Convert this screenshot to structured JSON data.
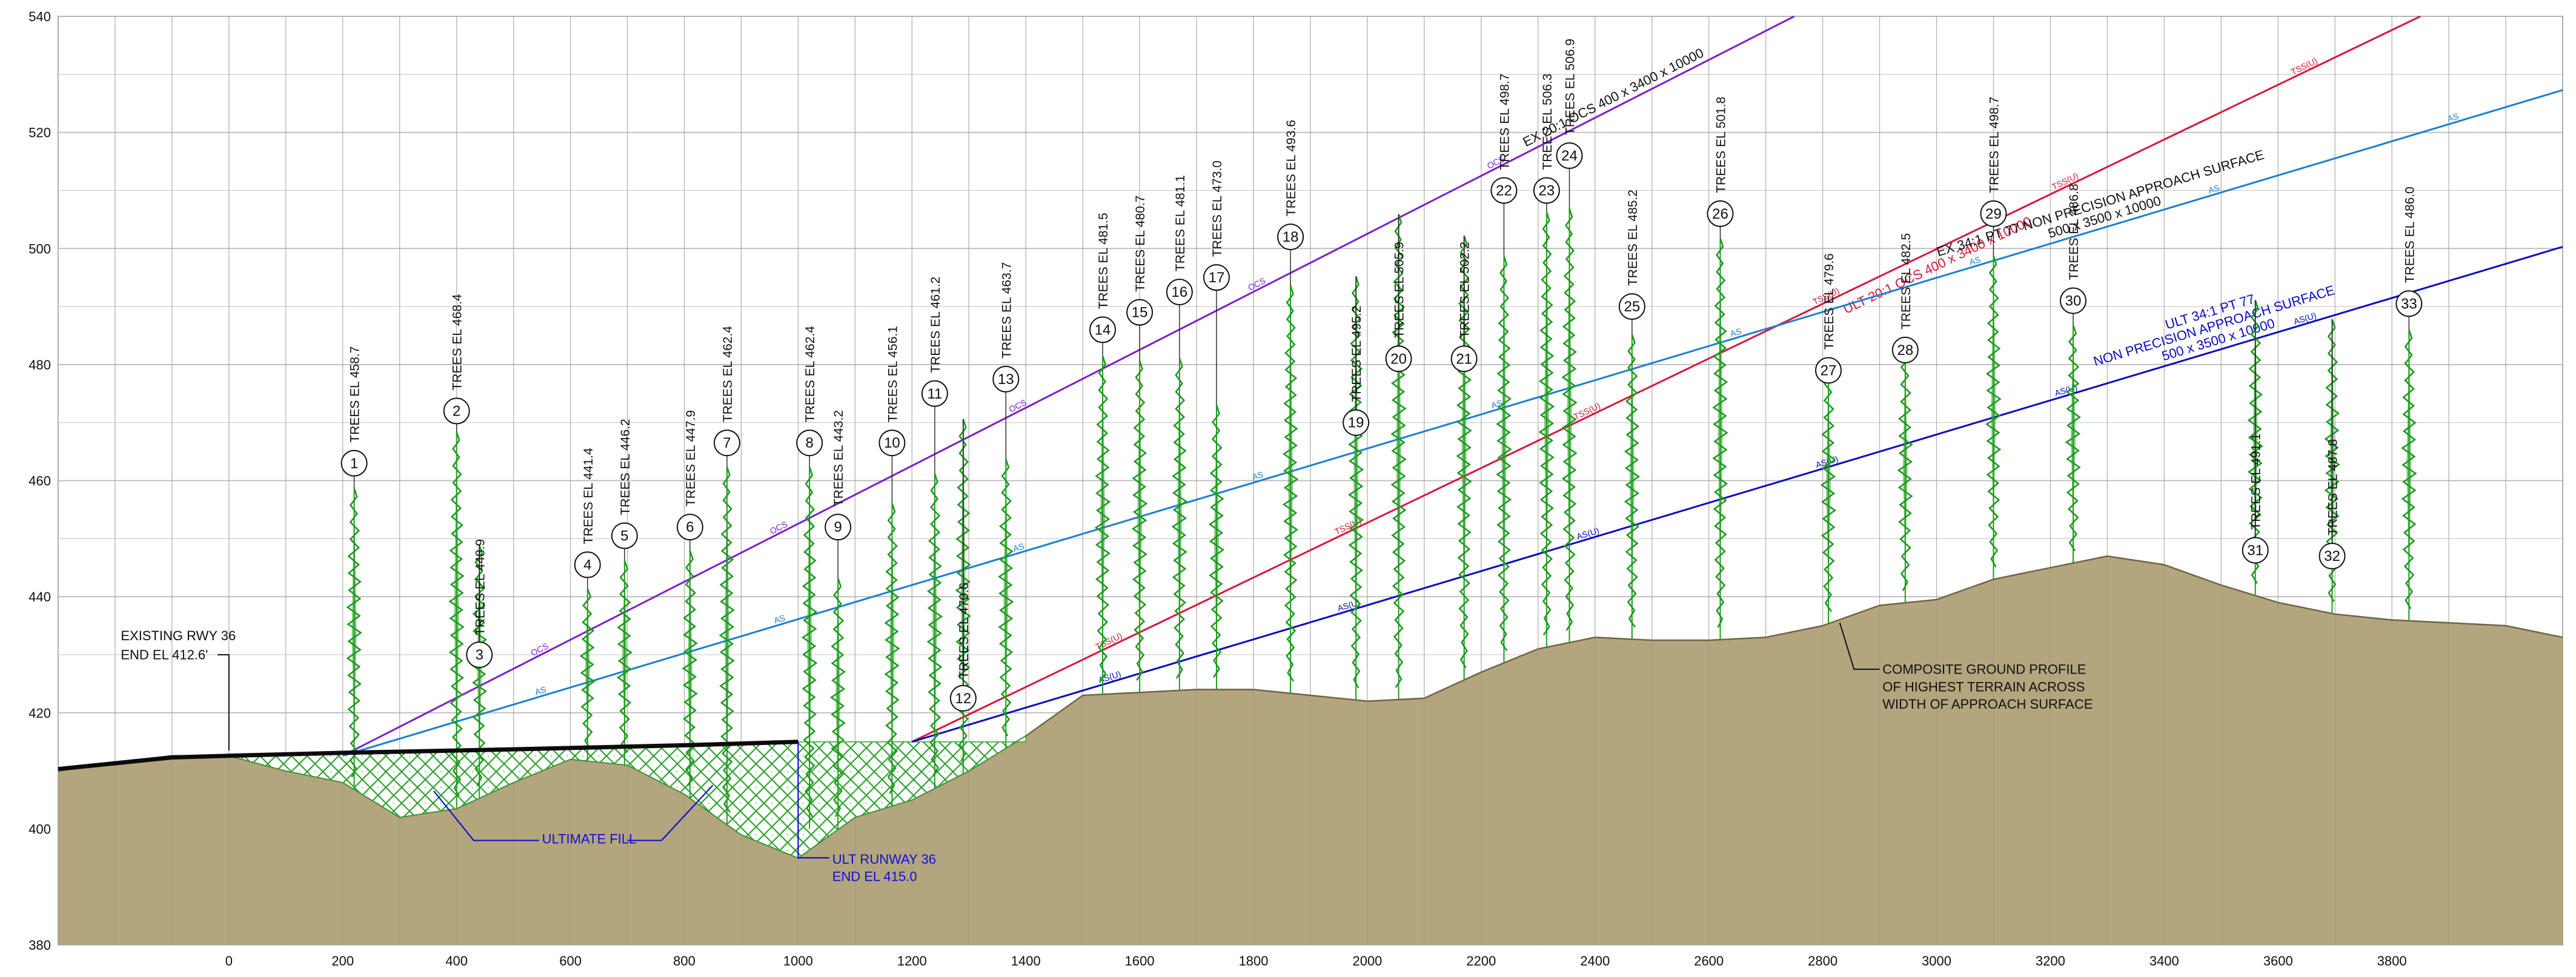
{
  "axes": {
    "x_ticks": [
      0,
      200,
      400,
      600,
      800,
      1000,
      1200,
      1400,
      1600,
      1800,
      2000,
      2200,
      2400,
      2600,
      2800,
      3000,
      3200,
      3400,
      3600,
      3800
    ],
    "y_ticks": [
      380,
      400,
      420,
      440,
      460,
      480,
      500,
      520,
      540
    ],
    "x_range": [
      -300,
      4100
    ],
    "y_range": [
      380,
      540
    ],
    "grid": true
  },
  "colors": {
    "ground": "#b3a57d",
    "ground_edge": "#6f6545",
    "trees": "#1f9a1f",
    "fill_hatch": "#2fa32f",
    "grid": "#c9c9c9",
    "ex_ocs": "#7b20c9",
    "ult_ocs": "#d8173b",
    "ex_approach": "#1a7fd4",
    "ult_approach": "#0a0ac4",
    "callout": "#1010d0",
    "runway": "#0a0a0a"
  },
  "ground_profile": [
    [
      -300,
      410
    ],
    [
      -100,
      412.6
    ],
    [
      0,
      412.6
    ],
    [
      100,
      410
    ],
    [
      200,
      408
    ],
    [
      300,
      402
    ],
    [
      400,
      403.5
    ],
    [
      500,
      408
    ],
    [
      600,
      412
    ],
    [
      700,
      411
    ],
    [
      800,
      406
    ],
    [
      900,
      399
    ],
    [
      1000,
      395
    ],
    [
      1100,
      402
    ],
    [
      1200,
      405
    ],
    [
      1300,
      410
    ],
    [
      1400,
      416
    ],
    [
      1500,
      423
    ],
    [
      1600,
      423.5
    ],
    [
      1700,
      424
    ],
    [
      1800,
      424
    ],
    [
      1900,
      423
    ],
    [
      2000,
      422
    ],
    [
      2100,
      422.5
    ],
    [
      2200,
      427
    ],
    [
      2300,
      431
    ],
    [
      2400,
      433
    ],
    [
      2500,
      432.5
    ],
    [
      2600,
      432.5
    ],
    [
      2700,
      433
    ],
    [
      2800,
      435
    ],
    [
      2900,
      438.5
    ],
    [
      3000,
      439.5
    ],
    [
      3100,
      443
    ],
    [
      3200,
      445
    ],
    [
      3300,
      447
    ],
    [
      3400,
      445.5
    ],
    [
      3500,
      442
    ],
    [
      3600,
      439
    ],
    [
      3700,
      437
    ],
    [
      3800,
      436
    ],
    [
      3900,
      435.5
    ],
    [
      4000,
      435
    ],
    [
      4100,
      433
    ]
  ],
  "ultimate_fill": [
    [
      0,
      412.6
    ],
    [
      1000,
      415
    ],
    [
      1000,
      395
    ],
    [
      900,
      399
    ],
    [
      800,
      406
    ],
    [
      700,
      411
    ],
    [
      600,
      412
    ],
    [
      500,
      408
    ],
    [
      400,
      403.5
    ],
    [
      300,
      402
    ],
    [
      200,
      408
    ],
    [
      100,
      410
    ]
  ],
  "ultimate_fill_2": [
    [
      1000,
      415
    ],
    [
      1400,
      415
    ],
    [
      1400,
      416
    ],
    [
      1300,
      410
    ],
    [
      1200,
      405
    ],
    [
      1100,
      402
    ],
    [
      1000,
      395
    ]
  ],
  "runway_profile": [
    [
      -300,
      410.3
    ],
    [
      -200,
      411.3
    ],
    [
      -100,
      412.3
    ],
    [
      0,
      412.6
    ],
    [
      200,
      413.1
    ],
    [
      500,
      413.7
    ],
    [
      800,
      414.4
    ],
    [
      1000,
      415
    ]
  ],
  "surfaces": [
    {
      "id": "ex_ocs",
      "label": "EX 20:1 OCS 400 x 3400 x 10000",
      "tag": "OCS",
      "start": [
        200,
        412.6
      ],
      "end": [
        2750,
        540
      ],
      "label_at": 2440,
      "label_offset": -9
    },
    {
      "id": "ult_ocs",
      "label": "ULT 20:1 OCS 400 x 3400 x 10000",
      "tag": "TSS(U)",
      "start": [
        1200,
        415
      ],
      "end": [
        3850,
        540
      ],
      "label_at": 2990,
      "label_offset": 12
    },
    {
      "id": "ex_approach",
      "label": "EX 34:1 PT 77 NON PRECISION APPROACH SURFACE",
      "label2": "500 x 3500 x 10000",
      "tag": "AS",
      "start": [
        200,
        412.6
      ],
      "end": [
        4100,
        527.3
      ],
      "label_at": 3300,
      "label_offset": -9
    },
    {
      "id": "ult_approach",
      "label": "ULT 34:1 PT 77",
      "label2": "NON PRECISION APPROACH SURFACE",
      "label3": "500 x 3500 x 10000",
      "tag": "AS(U)",
      "start": [
        1200,
        415
      ],
      "end": [
        4100,
        500.3
      ],
      "label_at": 3500,
      "label_offset": -9
    }
  ],
  "trees": [
    {
      "n": "1",
      "label": "TREES EL 458.7",
      "x": 220,
      "el": 458.7,
      "num_y": 463,
      "side": "above"
    },
    {
      "n": "2",
      "label": "TREES EL 468.4",
      "x": 400,
      "el": 468.4,
      "num_y": 472,
      "side": "above"
    },
    {
      "n": "3",
      "label": "TREES EL 448.9",
      "x": 440,
      "el": 448.9,
      "num_y": 430,
      "side": "below"
    },
    {
      "n": "4",
      "label": "TREES EL 441.4",
      "x": 630,
      "el": 441.4,
      "num_y": 445.5,
      "side": "above"
    },
    {
      "n": "5",
      "label": "TREES EL 446.2",
      "x": 695,
      "el": 446.2,
      "num_y": 450.5,
      "side": "above"
    },
    {
      "n": "6",
      "label": "TREES EL 447.9",
      "x": 810,
      "el": 447.9,
      "num_y": 452,
      "side": "above"
    },
    {
      "n": "7",
      "label": "TREES EL 462.4",
      "x": 875,
      "el": 462.4,
      "num_y": 466.5,
      "side": "above"
    },
    {
      "n": "8",
      "label": "TREES EL 462.4",
      "x": 1020,
      "el": 462.4,
      "num_y": 466.5,
      "side": "above"
    },
    {
      "n": "9",
      "label": "TREES EL 443.2",
      "x": 1070,
      "el": 443.2,
      "num_y": 452,
      "side": "above"
    },
    {
      "n": "10",
      "label": "TREES EL 456.1",
      "x": 1165,
      "el": 456.1,
      "num_y": 466.5,
      "side": "above"
    },
    {
      "n": "11",
      "label": "TREES EL 461.2",
      "x": 1240,
      "el": 461.2,
      "num_y": 475,
      "side": "above"
    },
    {
      "n": "12",
      "label": "TREES EL 470.6",
      "x": 1290,
      "el": 470.6,
      "num_y": 422.5,
      "side": "below"
    },
    {
      "n": "13",
      "label": "TREES EL 463.7",
      "x": 1365,
      "el": 463.7,
      "num_y": 477.5,
      "side": "above"
    },
    {
      "n": "14",
      "label": "TREES EL 481.5",
      "x": 1535,
      "el": 481.5,
      "num_y": 486,
      "side": "above"
    },
    {
      "n": "15",
      "label": "TREES EL 480.7",
      "x": 1600,
      "el": 480.7,
      "num_y": 489,
      "side": "above"
    },
    {
      "n": "16",
      "label": "TREES EL 481.1",
      "x": 1670,
      "el": 481.1,
      "num_y": 492.5,
      "side": "above"
    },
    {
      "n": "17",
      "label": "TREES EL 473.0",
      "x": 1735,
      "el": 473.0,
      "num_y": 495,
      "side": "above"
    },
    {
      "n": "18",
      "label": "TREES EL 493.6",
      "x": 1865,
      "el": 493.6,
      "num_y": 502,
      "side": "above"
    },
    {
      "n": "19",
      "label": "TREES EL 495.2",
      "x": 1980,
      "el": 495.2,
      "num_y": 470,
      "side": "above"
    },
    {
      "n": "20",
      "label": "TREES EL 505.9",
      "x": 2055,
      "el": 505.9,
      "num_y": 481,
      "side": "above"
    },
    {
      "n": "21",
      "label": "TREES EL 502.2",
      "x": 2170,
      "el": 502.2,
      "num_y": 481,
      "side": "above"
    },
    {
      "n": "22",
      "label": "TREES EL 498.7",
      "x": 2240,
      "el": 498.7,
      "num_y": 510,
      "side": "above"
    },
    {
      "n": "23",
      "label": "TREES EL 506.3",
      "x": 2315,
      "el": 506.3,
      "num_y": 510,
      "side": "above"
    },
    {
      "n": "24",
      "label": "TREES EL 506.9",
      "x": 2355,
      "el": 506.9,
      "num_y": 516,
      "side": "above"
    },
    {
      "n": "25",
      "label": "TREES EL 485.2",
      "x": 2465,
      "el": 485.2,
      "num_y": 490,
      "side": "above"
    },
    {
      "n": "26",
      "label": "TREES EL 501.8",
      "x": 2620,
      "el": 501.8,
      "num_y": 506,
      "side": "above"
    },
    {
      "n": "27",
      "label": "TREES EL 479.6",
      "x": 2810,
      "el": 479.6,
      "num_y": 479,
      "side": "above"
    },
    {
      "n": "28",
      "label": "TREES EL 482.5",
      "x": 2945,
      "el": 482.5,
      "num_y": 482.5,
      "side": "above"
    },
    {
      "n": "29",
      "label": "TREES EL 498.7",
      "x": 3100,
      "el": 498.7,
      "num_y": 506,
      "side": "above"
    },
    {
      "n": "30",
      "label": "TREES EL 486.8",
      "x": 3240,
      "el": 486.8,
      "num_y": 491,
      "side": "above"
    },
    {
      "n": "31",
      "label": "TREES EL 491.1",
      "x": 3560,
      "el": 491.1,
      "num_y": 448,
      "side": "above"
    },
    {
      "n": "32",
      "label": "TREES EL 487.8",
      "x": 3695,
      "el": 487.8,
      "num_y": 447,
      "side": "above"
    },
    {
      "n": "33",
      "label": "TREES EL 486.0",
      "x": 3830,
      "el": 486.0,
      "num_y": 490.5,
      "side": "above"
    }
  ],
  "annotations": {
    "existing_rwy_line1": "EXISTING RWY 36",
    "existing_rwy_line2": "END EL 412.6'",
    "ultimate_fill": "ULTIMATE FILL",
    "ult_runway_line1": "ULT RUNWAY 36",
    "ult_runway_line2": "END EL 415.0",
    "composite_line1": "COMPOSITE GROUND PROFILE",
    "composite_line2": "OF HIGHEST TERRAIN ACROSS",
    "composite_line3": "WIDTH OF APPROACH SURFACE"
  }
}
